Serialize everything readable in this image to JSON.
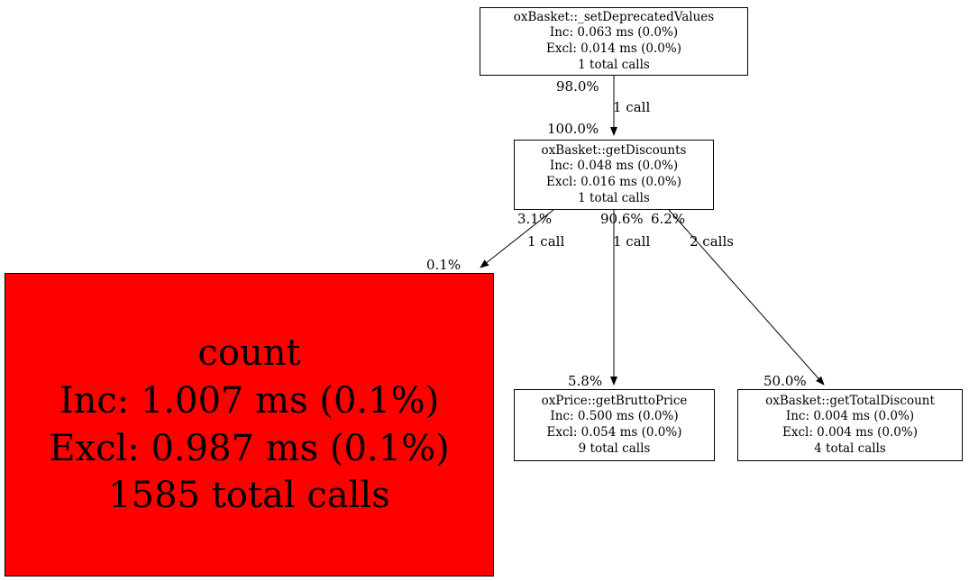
{
  "graph": {
    "type": "call-graph",
    "colors": {
      "node_fill": "#ffffff",
      "hot_node_fill": "#ff0000",
      "border": "#000000",
      "edge": "#000000"
    },
    "nodes": {
      "set_deprecated_values": {
        "title": "oxBasket::_setDeprecatedValues",
        "inc": "Inc: 0.063 ms (0.0%)",
        "excl": "Excl: 0.014 ms (0.0%)",
        "calls": "1 total calls"
      },
      "get_discounts": {
        "title": "oxBasket::getDiscounts",
        "inc": "Inc: 0.048 ms (0.0%)",
        "excl": "Excl: 0.016 ms (0.0%)",
        "calls": "1 total calls"
      },
      "count": {
        "title": "count",
        "inc": "Inc: 1.007 ms (0.1%)",
        "excl": "Excl: 0.987 ms (0.1%)",
        "calls": "1585 total calls",
        "fill": "#ff0000"
      },
      "get_brutto_price": {
        "title": "oxPrice::getBruttoPrice",
        "inc": "Inc: 0.500 ms (0.0%)",
        "excl": "Excl: 0.054 ms (0.0%)",
        "calls": "9 total calls"
      },
      "get_total_discount": {
        "title": "oxBasket::getTotalDiscount",
        "inc": "Inc: 0.004 ms (0.0%)",
        "excl": "Excl: 0.004 ms (0.0%)",
        "calls": "4 total calls"
      }
    },
    "edges": {
      "root_to_discounts": {
        "pct_out": "98.0%",
        "calls": "1 call",
        "pct_in": "100.0%"
      },
      "discounts_to_count": {
        "pct_out": "3.1%",
        "calls": "1 call",
        "pct_in": "0.1%"
      },
      "discounts_to_brutto": {
        "pct_out": "90.6%",
        "calls": "1 call",
        "pct_in": "5.8%"
      },
      "discounts_to_total": {
        "pct_out": "6.2%",
        "calls": "2 calls",
        "pct_in": "50.0%"
      }
    }
  }
}
